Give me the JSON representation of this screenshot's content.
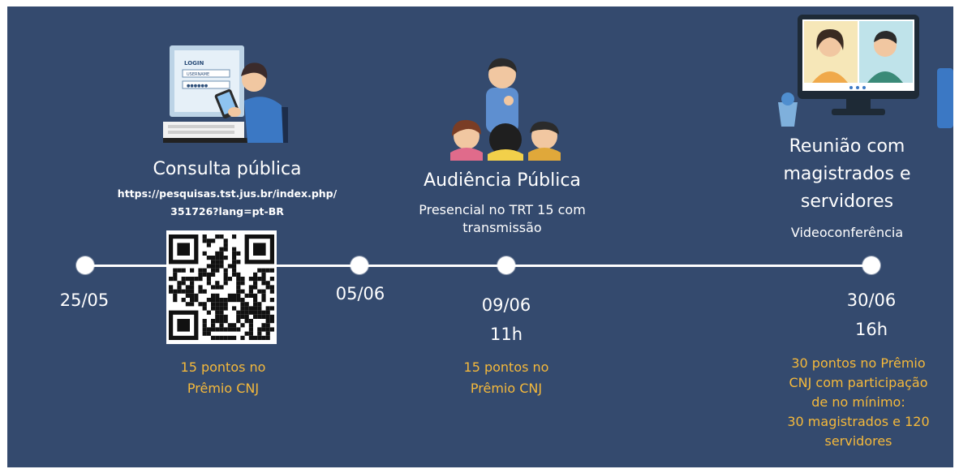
{
  "events": [
    {
      "title": "Consulta pública",
      "url_line1": "https://pesquisas.tst.jus.br/index.php/",
      "url_line2": "351726?lang=pt-BR",
      "date": "25/05",
      "end_date": "05/06",
      "points_line1": "15 pontos no",
      "points_line2": "Prêmio CNJ",
      "illustration_icon": "laptop-login-icon",
      "qr_icon": "qr-code-icon",
      "login_label": "LOGIN",
      "username_label": "USERNAME",
      "password_mask": "●●●●●●"
    },
    {
      "title": "Audiência Pública",
      "subtitle_line1": "Presencial no TRT 15 com",
      "subtitle_line2": "transmissão",
      "date": "09/06",
      "time": "11h",
      "points_line1": "15 pontos no",
      "points_line2": "Prêmio CNJ",
      "illustration_icon": "audience-people-icon"
    },
    {
      "title_line1": "Reunião com",
      "title_line2": "magistrados e",
      "title_line3": "servidores",
      "subtitle": "Videoconferência",
      "date": "30/06",
      "time": "16h",
      "points_line1": "30 pontos no Prêmio",
      "points_line2": "CNJ com participação",
      "points_line3": "de no mínimo:",
      "points_line4": "30 magistrados e 120",
      "points_line5": "servidores",
      "illustration_icon": "video-conference-icon"
    }
  ],
  "colors": {
    "background": "#344a6e",
    "text": "#ffffff",
    "highlight": "#f5b93b"
  }
}
